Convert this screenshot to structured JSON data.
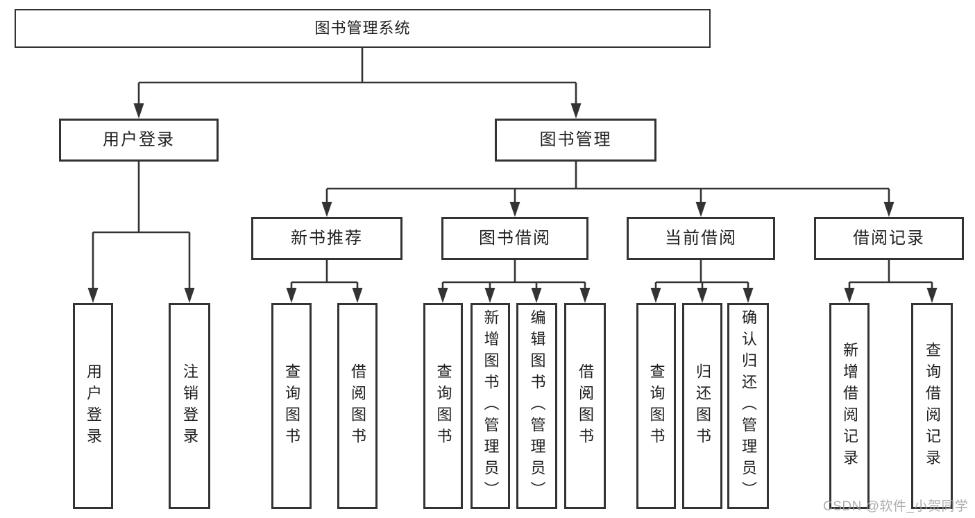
{
  "diagram_type": "functional-structure-tree",
  "colors": {
    "line": "#333333",
    "border": "#333333",
    "text": "#1e1e1e",
    "watermark": "#a0a0a0",
    "background": "#ffffff"
  },
  "nodes": {
    "root": "图书管理系统",
    "user_login": "用户登录",
    "book_mgmt": "图书管理",
    "new_books": "新书推荐",
    "book_borrow": "图书借阅",
    "current_borrow": "当前借阅",
    "borrow_records": "借阅记录"
  },
  "leaves": {
    "user_login": [
      "用户登录",
      "注销登录"
    ],
    "new_books": [
      "查询图书",
      "借阅图书"
    ],
    "book_borrow": [
      "查询图书",
      "新增图书（管理员）",
      "编辑图书（管理员）",
      "借阅图书"
    ],
    "current_borrow": [
      "查询图书",
      "归还图书",
      "确认归还（管理员）"
    ],
    "borrow_records": [
      "新增借阅记录",
      "查询借阅记录"
    ]
  },
  "watermark": "CSDN @软件_小贺同学"
}
